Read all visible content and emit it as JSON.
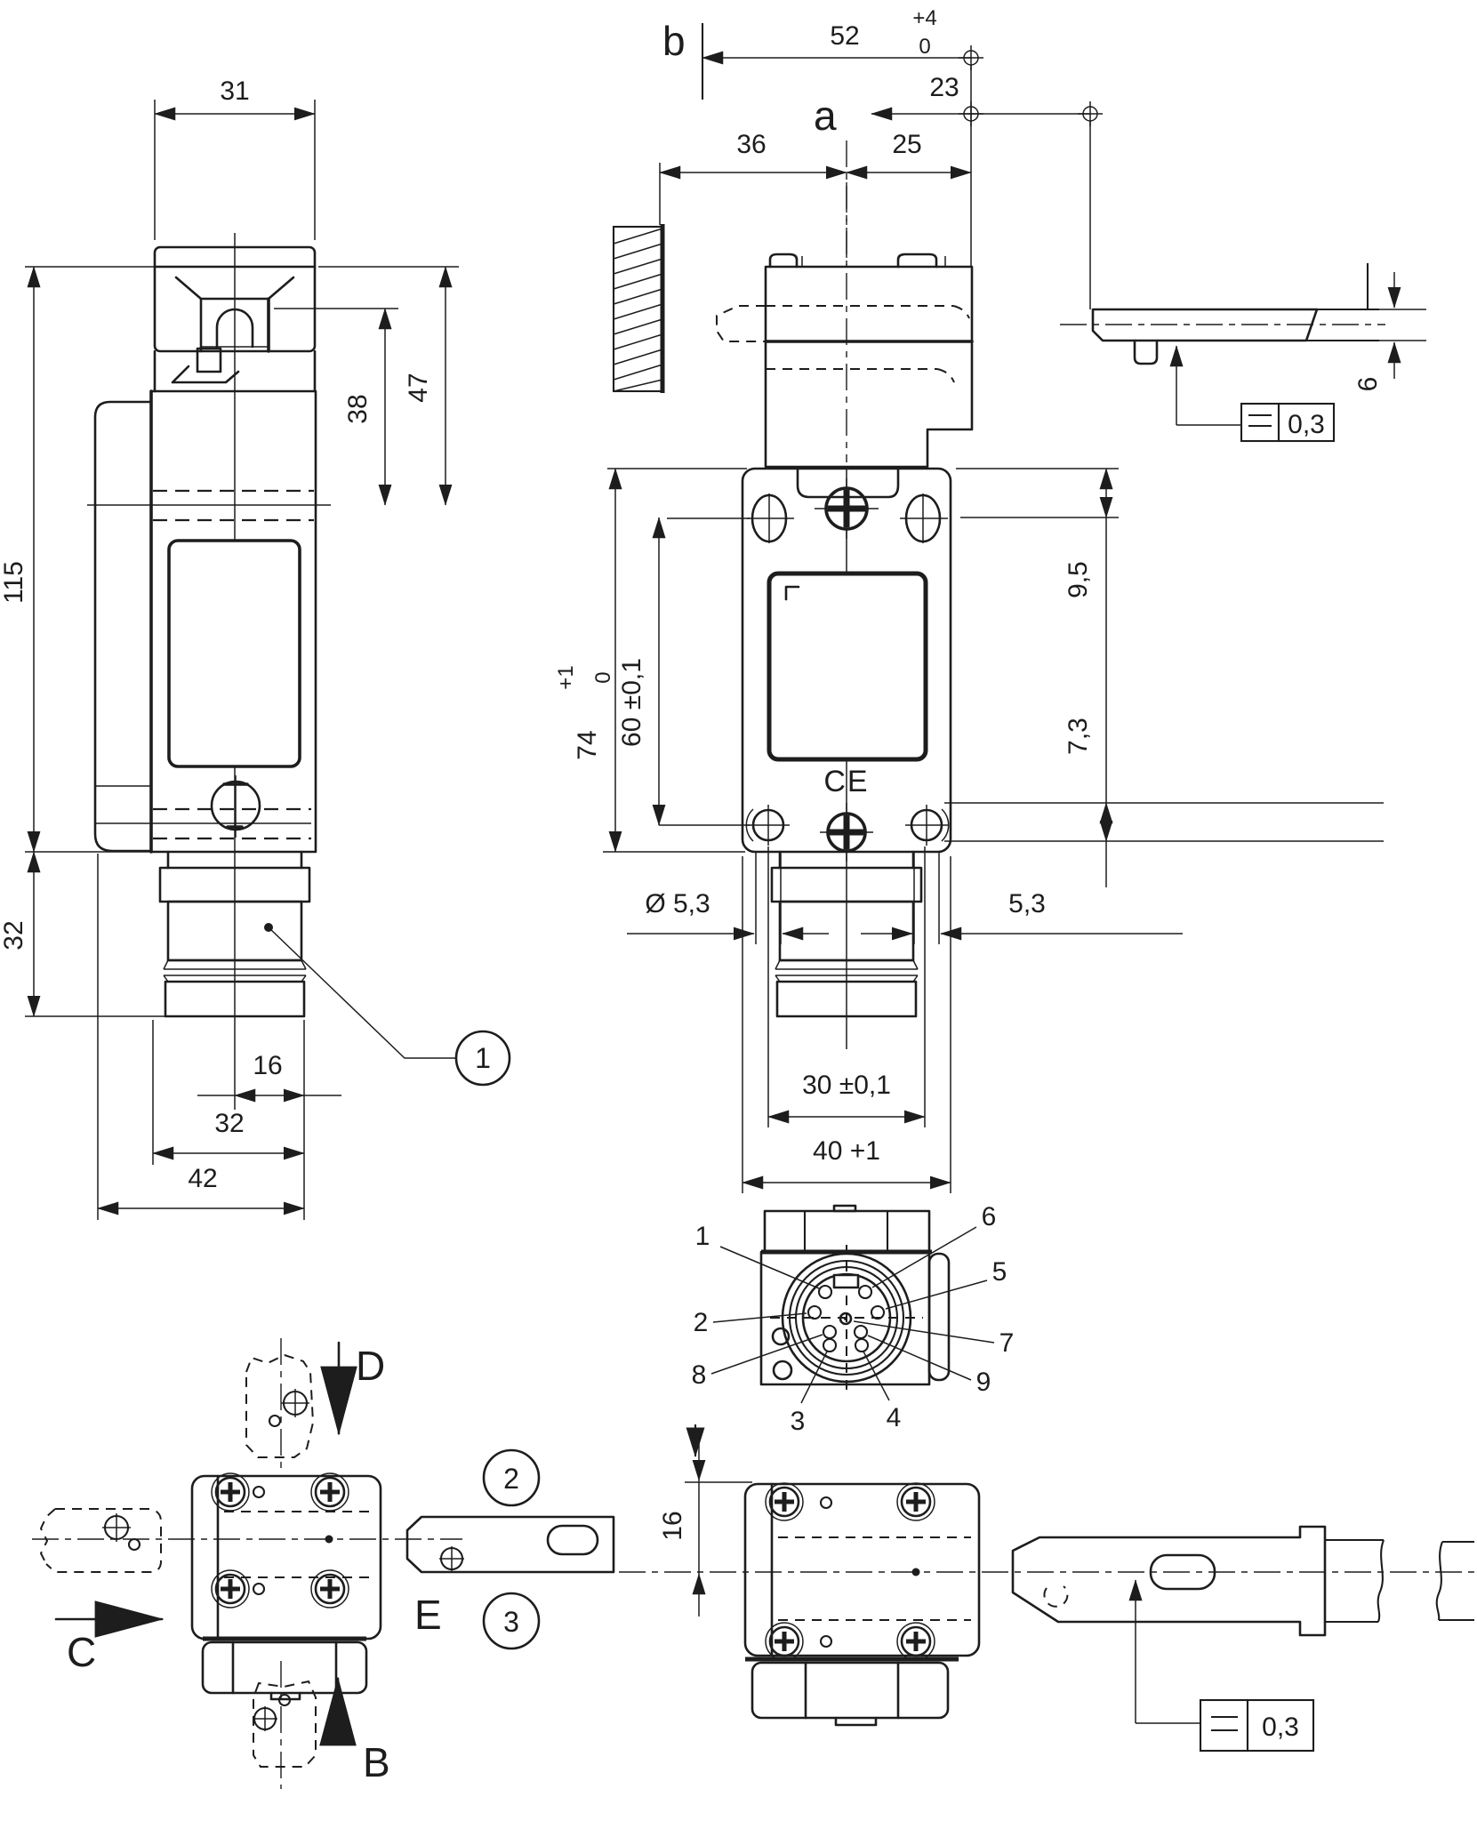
{
  "colors": {
    "line": "#1d1d1d",
    "background": "#ffffff"
  },
  "front_view": {
    "dim_head_width": "31",
    "dim_slot_height": "38",
    "dim_head_height": "47",
    "dim_body_height": "115",
    "dim_connector_height": "32",
    "dim_center_offset": "16",
    "dim_mount_width": "32",
    "dim_total_width": "42",
    "balloon_connector": "1"
  },
  "mounting_view": {
    "ref_b_label": "b",
    "ref_b_dim": "52",
    "ref_b_tol_upper": "+4",
    "ref_b_tol_lower": "0",
    "ref_a_label": "a",
    "ref_a_dim": "23",
    "dim_wall_offset": "36",
    "dim_head_offset": "25",
    "dim_body_height": "74",
    "dim_body_height_tol_upper": "+1",
    "dim_body_height_tol_lower": "0",
    "dim_hole_spacing_v": "60 ±0,1",
    "dim_top_to_slot": "9,5",
    "dim_hole_to_edge": "7,3",
    "dim_hole_dia": "Ø 5,3",
    "dim_hole_width": "5,3",
    "dim_hole_spacing_h": "30 ±0,1",
    "dim_body_width": "40 +1",
    "ce_mark": "CE"
  },
  "actuator_side_view": {
    "dim_thickness": "6",
    "flatness_tolerance": "0,3"
  },
  "connector_view": {
    "pin_labels": [
      "1",
      "2",
      "3",
      "4",
      "5",
      "6",
      "7",
      "8",
      "9"
    ]
  },
  "actuation_view": {
    "direction_top": "D",
    "direction_left": "C",
    "direction_bottom": "B",
    "actuator_label": "E",
    "balloon_actuator_top": "2",
    "balloon_actuator_bottom": "3"
  },
  "actuator_top_view": {
    "dim_center_offset": "16",
    "flatness_tolerance": "0,3"
  }
}
